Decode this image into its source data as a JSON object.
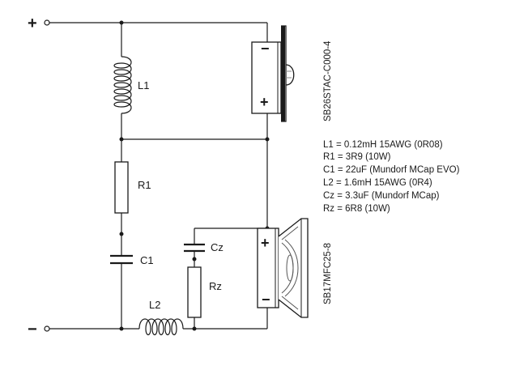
{
  "terminals": {
    "positive": "+",
    "negative": "−"
  },
  "components": {
    "L1": "L1",
    "R1": "R1",
    "C1": "C1",
    "L2": "L2",
    "Cz": "Cz",
    "Rz": "Rz"
  },
  "tweeter": {
    "model": "SB26STAC-C000-4",
    "minus": "−",
    "plus": "+"
  },
  "woofer": {
    "model": "SB17MFC25-8",
    "plus": "+",
    "minus": "−"
  },
  "notes": [
    "L1 = 0.12mH 15AWG (0R08)",
    "R1 = 3R9 (10W)",
    "C1 = 22uF (Mundorf MCap EVO)",
    "L2 = 1.6mH 15AWG (0R4)",
    "Cz = 3.3uF (Mundorf MCap)",
    "Rz = 6R8 (10W)"
  ]
}
